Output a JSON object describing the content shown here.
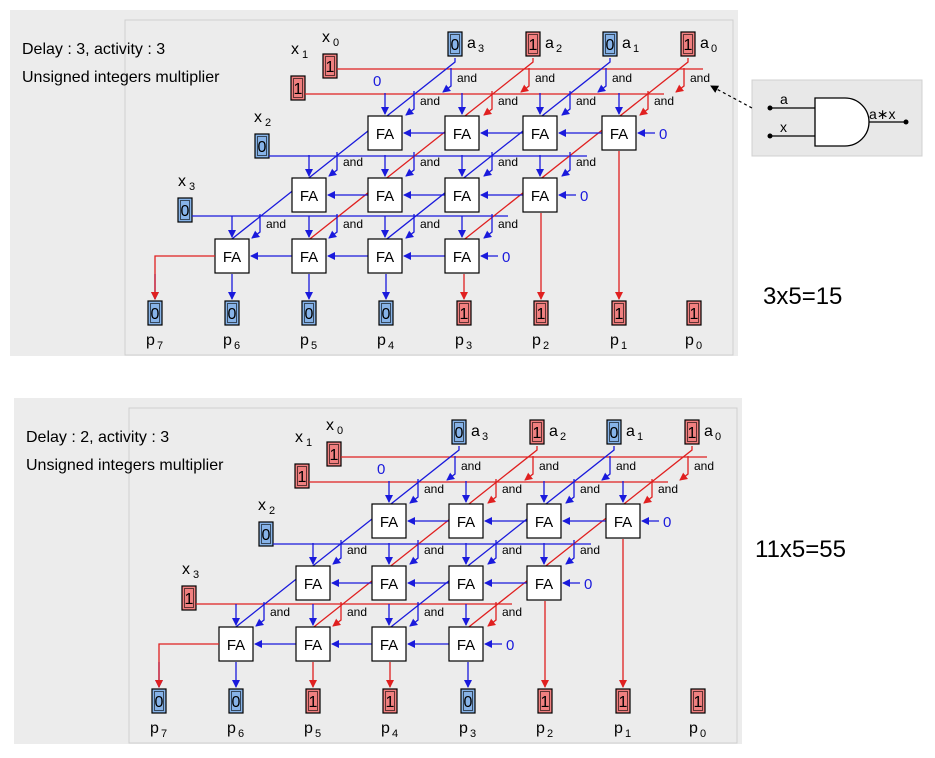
{
  "panels": [
    {
      "status": "Delay : 3, activity : 3",
      "title": "Unsigned integers multiplier",
      "a_labels": [
        "a",
        "a",
        "a",
        "a"
      ],
      "a_subs": [
        "3",
        "2",
        "1",
        "0"
      ],
      "a_bits": [
        "0",
        "1",
        "0",
        "1"
      ],
      "x_labels": [
        "x",
        "x",
        "x",
        "x"
      ],
      "x_subs": [
        "0",
        "1",
        "2",
        "3"
      ],
      "x_bits": [
        "1",
        "1",
        "0",
        "0"
      ],
      "p_labels": [
        "p",
        "p",
        "p",
        "p",
        "p",
        "p",
        "p",
        "p"
      ],
      "p_subs": [
        "7",
        "6",
        "5",
        "4",
        "3",
        "2",
        "1",
        "0"
      ],
      "p_bits": [
        "0",
        "0",
        "0",
        "0",
        "1",
        "1",
        "1",
        "1"
      ],
      "and_label": "and",
      "fa_label": "FA",
      "zero_label": "0",
      "equation": "3x5=15"
    },
    {
      "status": "Delay : 2, activity : 3",
      "title": "Unsigned integers multiplier",
      "a_labels": [
        "a",
        "a",
        "a",
        "a"
      ],
      "a_subs": [
        "3",
        "2",
        "1",
        "0"
      ],
      "a_bits": [
        "0",
        "1",
        "0",
        "1"
      ],
      "x_labels": [
        "x",
        "x",
        "x",
        "x"
      ],
      "x_subs": [
        "0",
        "1",
        "2",
        "3"
      ],
      "x_bits": [
        "1",
        "1",
        "0",
        "1"
      ],
      "p_labels": [
        "p",
        "p",
        "p",
        "p",
        "p",
        "p",
        "p",
        "p"
      ],
      "p_subs": [
        "7",
        "6",
        "5",
        "4",
        "3",
        "2",
        "1",
        "0"
      ],
      "p_bits": [
        "0",
        "0",
        "1",
        "1",
        "0",
        "1",
        "1",
        "1"
      ],
      "and_label": "and",
      "fa_label": "FA",
      "zero_label": "0",
      "equation": "11x5=55"
    }
  ],
  "legend": {
    "input_a": "a",
    "input_x": "x",
    "output": "a∗x"
  },
  "colors": {
    "one_fill": "#f08080",
    "zero_fill": "#87b3e8",
    "one_wire": "#e02020",
    "zero_wire": "#1a1adc",
    "panel_bg": "#ececec"
  }
}
